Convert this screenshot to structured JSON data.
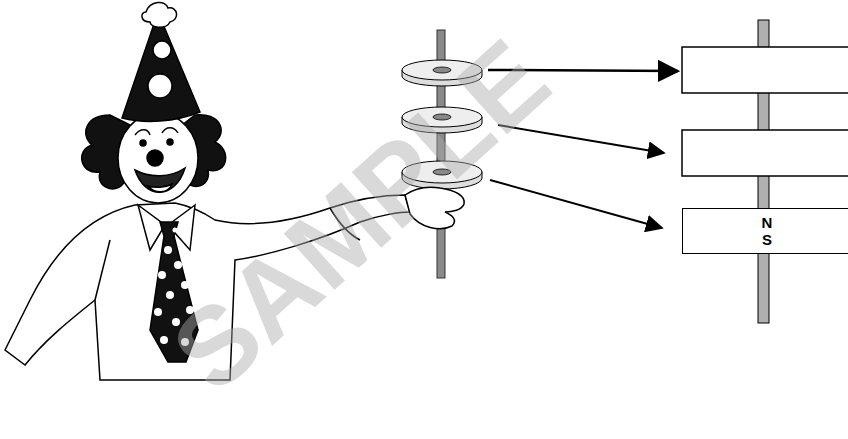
{
  "diagram": {
    "nodes": [
      {
        "text": [
          "N",
          "S"
        ]
      }
    ],
    "labels": [
      "SAMPLE"
    ]
  }
}
